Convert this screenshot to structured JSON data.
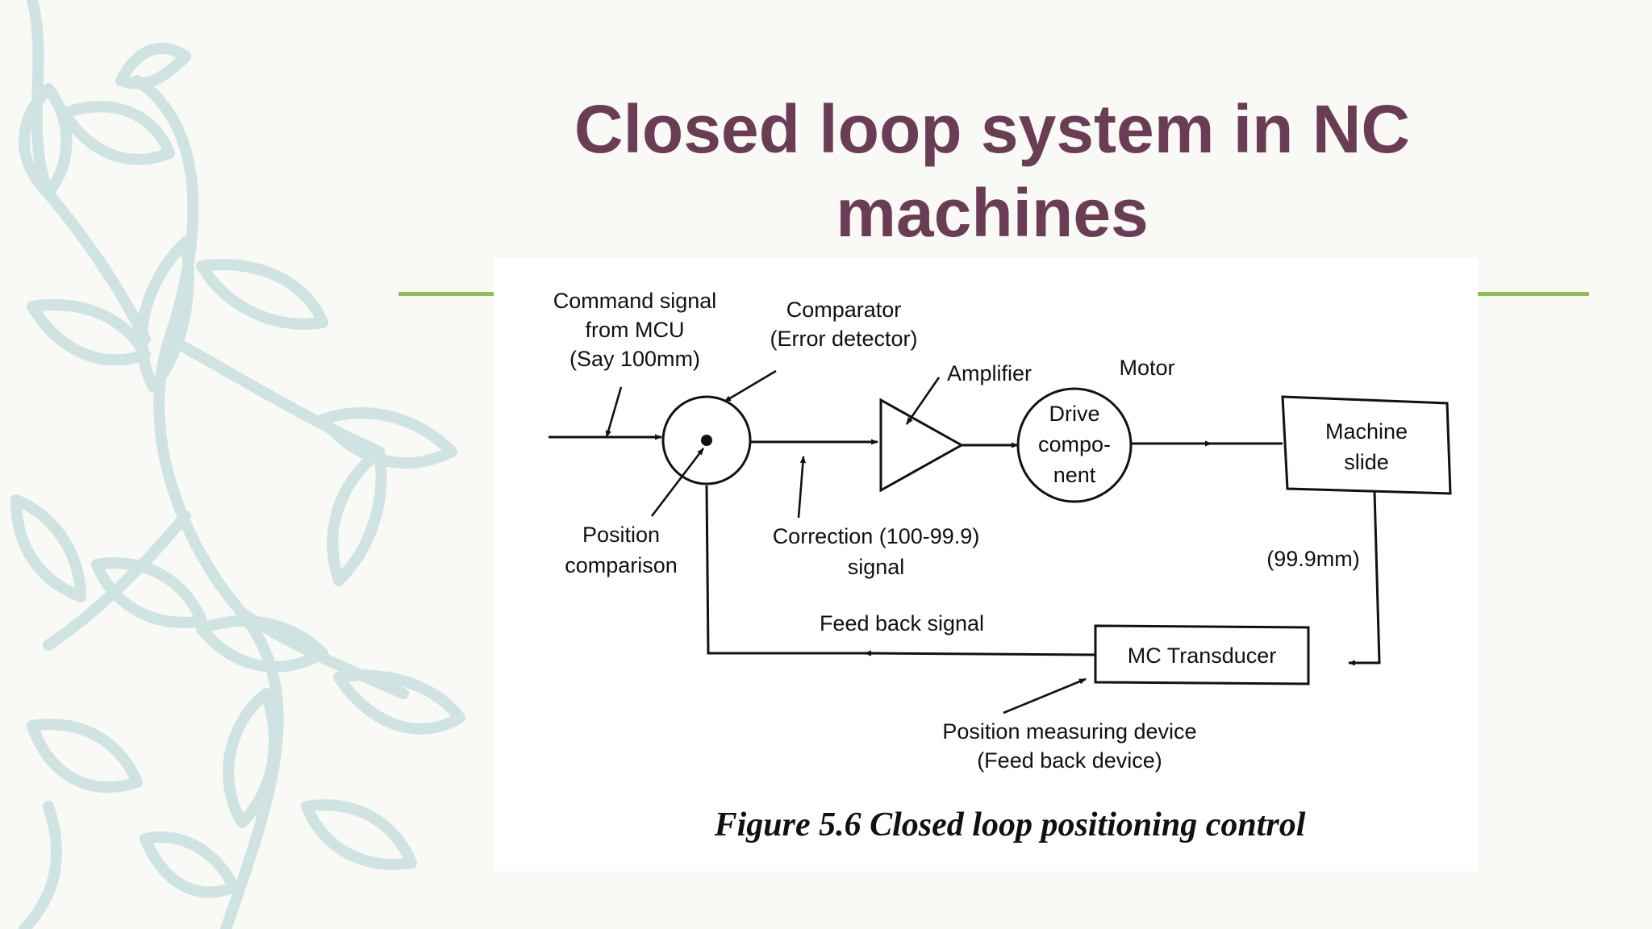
{
  "slide": {
    "title_line1": "Closed loop system in NC",
    "title_line2": "machines",
    "accent_color": "#8fbf52",
    "title_color": "#6b3d55",
    "decoration_icon": "leaf-vine-icon"
  },
  "diagram": {
    "labels": {
      "command_line1": "Command signal",
      "command_line2": "from MCU",
      "command_line3": "(Say 100mm)",
      "comparator_line1": "Comparator",
      "comparator_line2": "(Error detector)",
      "amplifier": "Amplifier",
      "motor": "Motor",
      "drive_line1": "Drive",
      "drive_line2": "compo-",
      "drive_line3": "nent",
      "machine_line1": "Machine",
      "machine_line2": "slide",
      "position_line1": "Position",
      "position_line2": "comparison",
      "correction_line1": "Correction (100-99.9)",
      "correction_line2": "signal",
      "measured": "(99.9mm)",
      "feedback_signal": "Feed back signal",
      "transducer": "MC Transducer",
      "measuring_line1": "Position measuring device",
      "measuring_line2": "(Feed back device)"
    },
    "caption": "Figure 5.6 Closed loop positioning control"
  }
}
